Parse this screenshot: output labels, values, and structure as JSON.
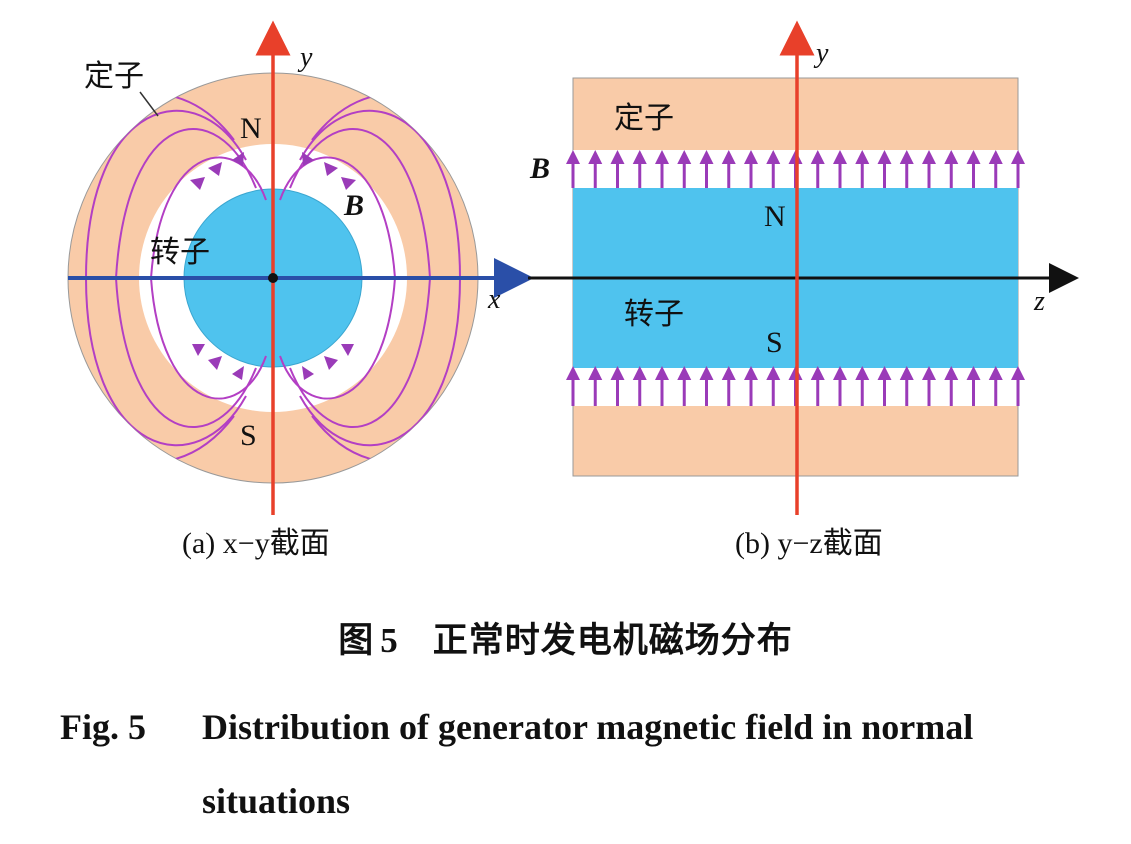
{
  "left_panel": {
    "stator_label": "定子",
    "rotor_label": "转子",
    "north_label": "N",
    "south_label": "S",
    "field_label": "B",
    "x_axis_label": "x",
    "y_axis_label": "y",
    "caption": "(a) x−y截面"
  },
  "right_panel": {
    "stator_label": "定子",
    "rotor_label": "转子",
    "north_label": "N",
    "south_label": "S",
    "field_label": "B",
    "z_axis_label": "z",
    "y_axis_label": "y",
    "caption": "(b) y−z截面"
  },
  "figure_caption_cn": {
    "prefix": "图",
    "number": "5",
    "title": "正常时发电机磁场分布"
  },
  "figure_caption_en": {
    "prefix": "Fig. 5",
    "title_line1": "Distribution of generator magnetic field in normal",
    "title_line2": "situations"
  },
  "colors": {
    "stator": "#f9cba8",
    "rotor": "#4fc3ee",
    "field_lines": "#b33fc4",
    "arrows": "#9a3bb8",
    "y_axis": "#e8402a",
    "x_axis_left": "#2a4fa8",
    "z_axis_right": "#111111"
  }
}
